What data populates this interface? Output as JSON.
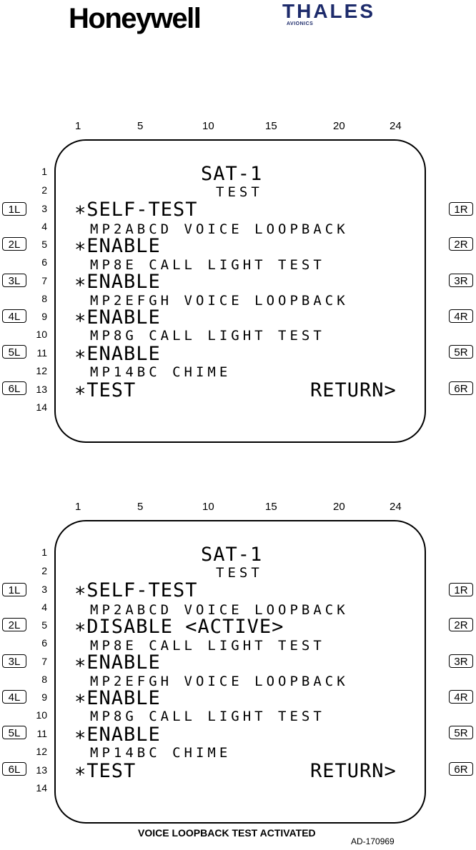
{
  "header": {
    "honeywell_logo": "Honeywell",
    "thales_logo": "THALES",
    "thales_sub": "AVIONICS"
  },
  "column_numbers": [
    "1",
    "5",
    "10",
    "15",
    "20",
    "24"
  ],
  "row_numbers": [
    "1",
    "2",
    "3",
    "4",
    "5",
    "6",
    "7",
    "8",
    "9",
    "10",
    "11",
    "12",
    "13",
    "14"
  ],
  "lsk_left": [
    "1L",
    "2L",
    "3L",
    "4L",
    "5L",
    "6L"
  ],
  "lsk_right": [
    "1R",
    "2R",
    "3R",
    "4R",
    "5R",
    "6R"
  ],
  "panels": [
    {
      "title": "SAT-1",
      "subtitle": "TEST",
      "line3": "∗SELF-TEST",
      "line4": "MP2ABCD VOICE LOOPBACK",
      "line5": "∗ENABLE",
      "line6": "MP8E CALL LIGHT TEST",
      "line7": "∗ENABLE",
      "line8": "MP2EFGH VOICE LOOPBACK",
      "line9": "∗ENABLE",
      "line10": "MP8G CALL LIGHT TEST",
      "line11": "∗ENABLE",
      "line12": "MP14BC CHIME",
      "line13_left": "∗TEST",
      "line13_right": "RETURN>"
    },
    {
      "title": "SAT-1",
      "subtitle": "TEST",
      "line3": "∗SELF-TEST",
      "line4": "MP2ABCD VOICE LOOPBACK",
      "line5": "∗DISABLE <ACTIVE>",
      "line6": "MP8E CALL LIGHT TEST",
      "line7": "∗ENABLE",
      "line8": "MP2EFGH VOICE LOOPBACK",
      "line9": "∗ENABLE",
      "line10": "MP8G CALL LIGHT TEST",
      "line11": "∗ENABLE",
      "line12": "MP14BC CHIME",
      "line13_left": "∗TEST",
      "line13_right": "RETURN>"
    }
  ],
  "caption": "VOICE LOOPBACK TEST ACTIVATED",
  "figure_id": "AD-170969"
}
